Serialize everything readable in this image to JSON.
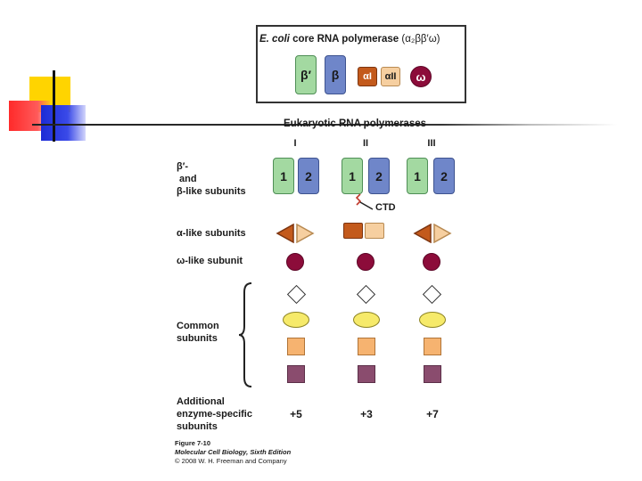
{
  "ecoli": {
    "species": "E. coli",
    "title_rest": "core RNA polymerase",
    "formula": "(α₂ββ′ω)",
    "subunits": [
      "β′",
      "β",
      "αI",
      "αII",
      "ω"
    ]
  },
  "eukaryotic": {
    "title": "Eukaryotic RNA polymerases",
    "polymerases": [
      "I",
      "II",
      "III"
    ],
    "large_subunit_labels": [
      "1",
      "2"
    ],
    "ctd_label": "CTD",
    "additional_counts": [
      "+5",
      "+3",
      "+7"
    ]
  },
  "row_labels": {
    "beta_like": "β′-\n and\nβ-like subunits",
    "alpha_like": "α-like subunits",
    "omega_like": "ω-like subunit",
    "common": "Common\nsubunits",
    "additional": "Additional\nenzyme-specific\nsubunits"
  },
  "caption": {
    "figure": "Figure 7-10",
    "book": "Molecular Cell Biology, Sixth Edition",
    "copyright": "© 2008 W. H. Freeman and Company"
  },
  "colors": {
    "beta_prime_green": "#a3d9a1",
    "beta_blue": "#6f86c9",
    "alpha_I_brown": "#c35a1c",
    "alpha_II_peach": "#f6cfa0",
    "omega_maroon": "#8c0c3a",
    "common_yellow": "#f6ea6a",
    "common_orange": "#f6b370",
    "common_purple": "#8a4c6e"
  }
}
